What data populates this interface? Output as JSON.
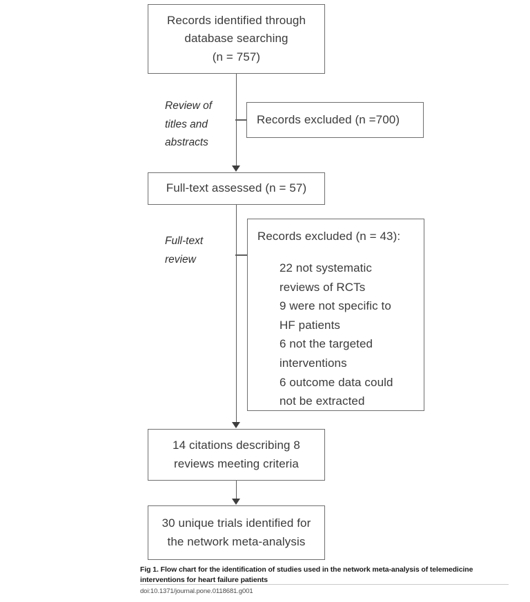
{
  "figure": {
    "caption": "Fig 1. Flow chart for the identification of studies used in the network meta-analysis of telemedicine interventions for heart failure patients",
    "doi": "doi:10.1371/journal.pone.0118681.g001"
  },
  "flow": {
    "identified": {
      "line1": "Records identified through",
      "line2": "database searching",
      "line3": "(n = 757)"
    },
    "excluded_screening": {
      "text": "Records excluded (n =700)"
    },
    "fulltext_assessed": {
      "text": "Full-text assessed (n = 57)"
    },
    "excluded_fulltext": {
      "header": "Records excluded (n = 43):",
      "reasons": [
        "22 not systematic",
        "reviews of RCTs",
        "9 were not specific to",
        "HF patients",
        "6 not the targeted",
        "interventions",
        "6 outcome data could",
        "not be extracted"
      ]
    },
    "citations": {
      "line1": "14 citations describing 8",
      "line2": "reviews meeting criteria"
    },
    "trials": {
      "line1": "30 unique trials identified for",
      "line2": "the network meta-analysis"
    }
  },
  "labels": {
    "screening": {
      "line1": "Review of",
      "line2": "titles and",
      "line3": "abstracts"
    },
    "fulltext": {
      "line1": "Full-text",
      "line2": "review"
    }
  },
  "colors": {
    "box_border": "#6e6e6e",
    "connector": "#5d5d5d",
    "text": "#3b3b3b",
    "background": "#ffffff"
  }
}
